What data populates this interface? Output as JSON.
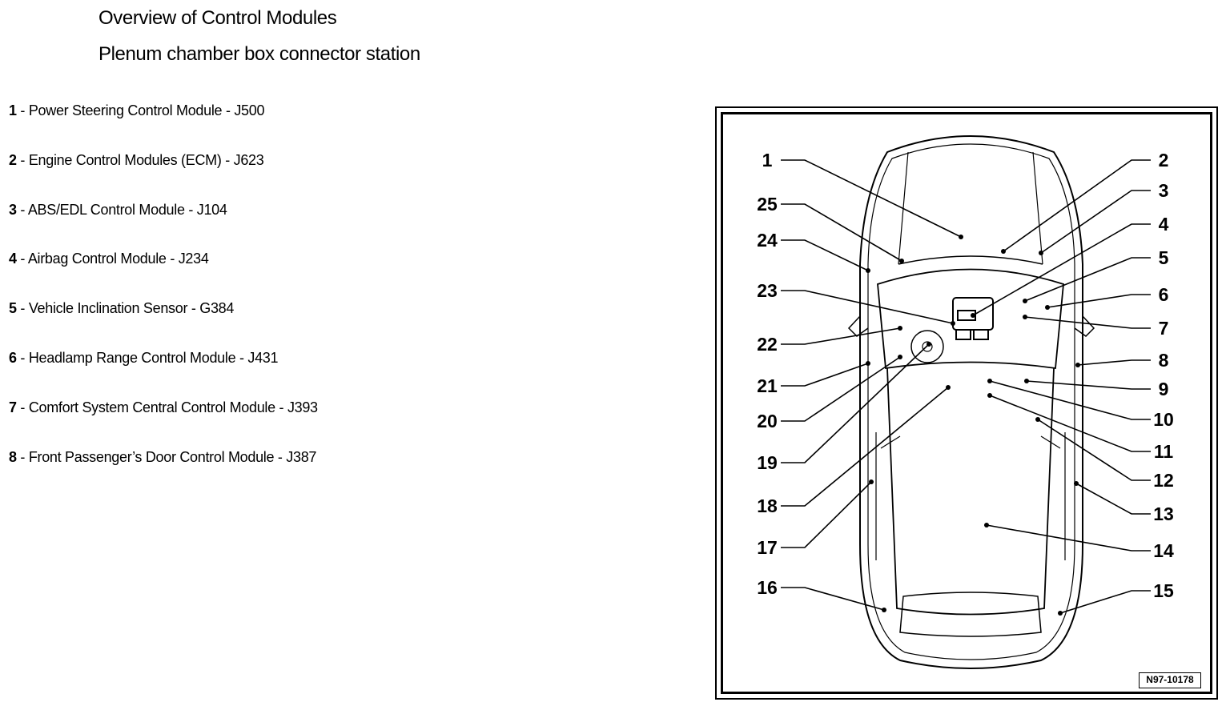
{
  "header": {
    "title": "Overview of Control Modules",
    "subtitle": "Plenum chamber box connector station"
  },
  "legend": [
    {
      "num": "1",
      "text": "Power Steering Control Module - J500"
    },
    {
      "num": "2",
      "text": "Engine Control Modules (ECM) - J623"
    },
    {
      "num": "3",
      "text": "ABS/EDL Control Module - J104"
    },
    {
      "num": "4",
      "text": "Airbag Control Module - J234"
    },
    {
      "num": "5",
      "text": "Vehicle Inclination Sensor - G384"
    },
    {
      "num": "6",
      "text": "Headlamp Range Control Module - J431"
    },
    {
      "num": "7",
      "text": "Comfort System Central Control Module - J393"
    },
    {
      "num": "8",
      "text": "Front Passenger’s Door Control Module - J387"
    }
  ],
  "diagram": {
    "figure_id": "N97-10178",
    "callouts": [
      "1",
      "2",
      "3",
      "4",
      "5",
      "6",
      "7",
      "8",
      "9",
      "10",
      "11",
      "12",
      "13",
      "14",
      "15",
      "16",
      "17",
      "18",
      "19",
      "20",
      "21",
      "22",
      "23",
      "24",
      "25"
    ]
  }
}
